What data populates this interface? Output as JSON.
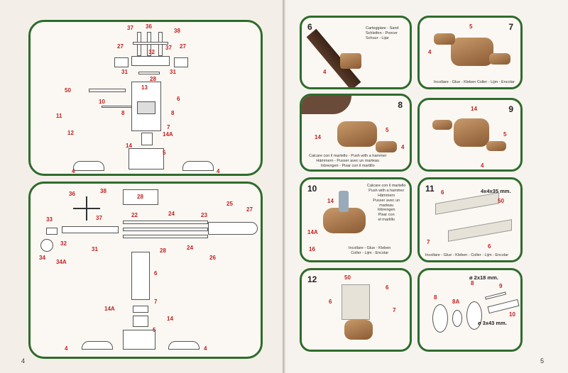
{
  "pages": {
    "left_number": "4",
    "right_number": "5"
  },
  "diagram1": {
    "labels": [
      "37",
      "36",
      "38",
      "27",
      "32",
      "37",
      "27",
      "31",
      "31",
      "28",
      "50",
      "13",
      "10",
      "6",
      "8",
      "8",
      "11",
      "7",
      "12",
      "14A",
      "14",
      "5",
      "4",
      "4"
    ]
  },
  "diagram2": {
    "labels": [
      "36",
      "38",
      "37",
      "28",
      "33",
      "22",
      "24",
      "23",
      "25",
      "27",
      "32",
      "31",
      "34",
      "34A",
      "28",
      "24",
      "26",
      "6",
      "7",
      "14A",
      "14",
      "5",
      "4",
      "4"
    ]
  },
  "steps": [
    {
      "num": "6",
      "caption": "Carteggiare - Sand\nSchleifen - Poncer\nSchuur - Lijar",
      "labels": [
        "4"
      ]
    },
    {
      "num": "7",
      "caption": "Incollare - Glue - Kleben  Coller - Lijm - Encolar",
      "labels": [
        "5",
        "4"
      ]
    },
    {
      "num": "8",
      "caption": "Calcare con il martello - Push with a hammer\nHämmern - Pusser avec un marteau\nInbrengen - Pisar con il martillo",
      "labels": [
        "14",
        "5",
        "4"
      ]
    },
    {
      "num": "9",
      "caption": "",
      "labels": [
        "14",
        "5",
        "4"
      ]
    },
    {
      "num": "10",
      "caption": "Calcare con il martello\nPush with a hammer\nHämmern\nPusser avec un\nmarteau\nInbrengen\nPisar con\nel martillo",
      "caption2": "Incollare - Glue - Kleben\nColler - Lijm - Encolar",
      "labels": [
        "14",
        "14A",
        "16"
      ]
    },
    {
      "num": "11",
      "caption": "Incollare - Glue - Kleben - Coller - Lijm - Encolar",
      "dim": "4x4x35 mm.",
      "labels": [
        "6",
        "50",
        "7",
        "6"
      ]
    },
    {
      "num": "12",
      "caption": "",
      "labels": [
        "50",
        "6",
        "6",
        "7"
      ]
    },
    {
      "num": "",
      "caption": "",
      "dim1": "ø 2x18 mm.",
      "dim2": "ø 3x43 mm.",
      "labels": [
        "8",
        "8A",
        "8",
        "9",
        "10"
      ]
    }
  ]
}
